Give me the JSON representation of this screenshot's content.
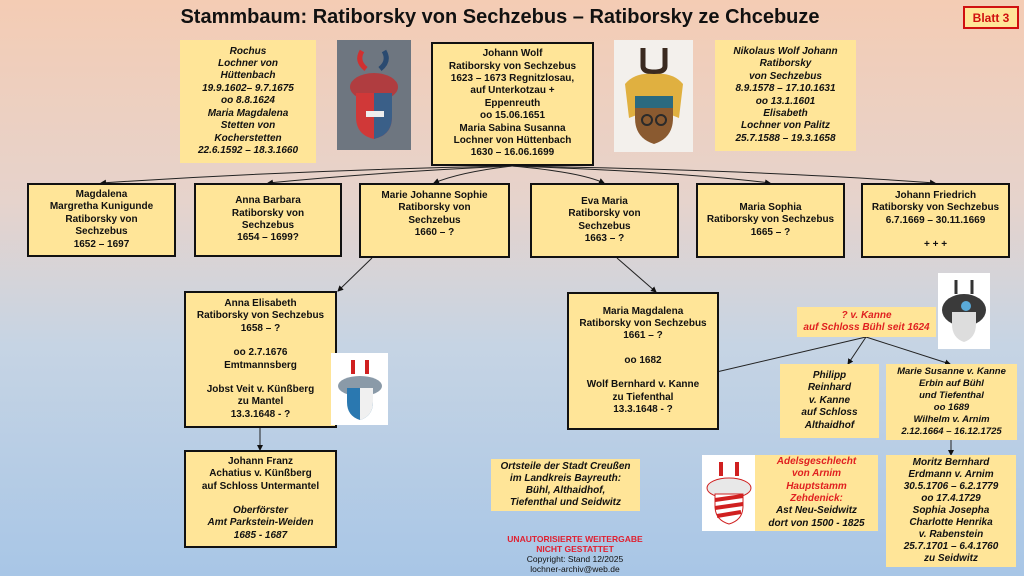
{
  "title": "Stammbaum: Ratiborsky von Sechzebus – Ratiborsky ze Chcebuze",
  "sheet_label": "Blatt 3",
  "top": {
    "rochus": [
      "Rochus",
      "Lochner von",
      "Hüttenbach",
      "19.9.1602– 9.7.1675",
      "oo 8.8.1624",
      "Maria Magdalena",
      "Stetten von",
      "Kocherstetten",
      "22.6.1592 – 18.3.1660"
    ],
    "johann_wolf": [
      "Johann Wolf",
      "Ratiborsky von Sechzebus",
      "1623 – 1673 Regnitzlosau,",
      "auf Unterkotzau +",
      "Eppenreuth",
      "oo 15.06.1651",
      "Maria Sabina Susanna",
      "Lochner von Hüttenbach",
      "1630 – 16.06.1699"
    ],
    "nikolaus": [
      "Nikolaus Wolf Johann",
      "Ratiborsky",
      "von Sechzebus",
      "8.9.1578 – 17.10.1631",
      "oo 13.1.1601",
      "Elisabeth",
      "Lochner von Palitz",
      "25.7.1588 – 19.3.1658"
    ]
  },
  "children": [
    [
      "Magdalena",
      "Margretha Kunigunde",
      "Ratiborsky von",
      "Sechzebus",
      "1652 – 1697"
    ],
    [
      "Anna Barbara",
      "Ratiborsky von",
      "Sechzebus",
      "1654 – 1699?"
    ],
    [
      "Marie Johanne Sophie",
      "Ratiborsky von",
      "Sechzebus",
      "1660 – ?",
      ""
    ],
    [
      "Eva Maria",
      "Ratiborsky von",
      "Sechzebus",
      "1663 – ?"
    ],
    [
      "Maria Sophia",
      "Ratiborsky von Sechzebus",
      "1665 – ?"
    ],
    [
      "Johann Friedrich",
      "Ratiborsky von Sechzebus",
      "6.7.1669 – 30.11.1669",
      "",
      "+ + +"
    ]
  ],
  "anna_elisabeth": [
    "Anna Elisabeth",
    "Ratiborsky von Sechzebus",
    "1658 – ?",
    "",
    "oo 2.7.1676",
    "Emtmannsberg",
    "",
    "Jobst Veit v. Künßberg",
    "zu Mantel",
    "13.3.1648 - ?"
  ],
  "johann_franz": {
    "normal": [
      "Johann Franz",
      "Achatius v. Künßberg",
      "auf Schloss Untermantel",
      ""
    ],
    "italic": [
      "Oberförster",
      "Amt Parkstein-Weiden",
      "1685 - 1687"
    ]
  },
  "maria_magdalena": [
    "Maria Magdalena",
    "Ratiborsky von Sechzebus",
    "1661 – ?",
    "",
    "oo 1682",
    "",
    "Wolf Bernhard v. Kanne",
    "zu Tiefenthal",
    "13.3.1648 - ?"
  ],
  "kanne": [
    "? v. Kanne",
    "auf Schloss Bühl seit 1624"
  ],
  "philipp": [
    "Philipp",
    "Reinhard",
    "v. Kanne",
    "auf Schloss",
    "Althaidhof"
  ],
  "marie_susanne": [
    "Marie Susanne v. Kanne",
    "Erbin auf Bühl",
    "und Tiefenthal",
    "oo 1689",
    "Wilhelm v. Arnim",
    "2.12.1664 – 16.12.1725"
  ],
  "arnim": {
    "red": [
      "Adelsgeschlecht",
      "von Arnim",
      "Hauptstamm",
      "Zehdenick:"
    ],
    "black": [
      "Ast Neu-Seidwitz",
      "dort von 1500 - 1825"
    ]
  },
  "moritz": [
    "Moritz Bernhard",
    "Erdmann v. Arnim",
    "30.5.1706 – 6.2.1779",
    "oo 17.4.1729",
    "Sophia Josepha",
    "Charlotte Henrika",
    "v. Rabenstein",
    "25.7.1701 – 6.4.1760",
    "zu Seidwitz"
  ],
  "ortsteile": [
    "Ortsteile der Stadt Creußen",
    "im Landkreis Bayreuth:",
    "Bühl, Althaidhof,",
    "Tiefenthal und Seidwitz"
  ],
  "footer": {
    "warning1": "UNAUTORISIERTE WEITERGABE",
    "warning2": "NICHT GESTATTET",
    "copyright": "Copyright: Stand 12/2025",
    "email": "lochner-archiv@web.de"
  },
  "colors": {
    "box": "#ffe598",
    "accent_red": "#e02020"
  }
}
